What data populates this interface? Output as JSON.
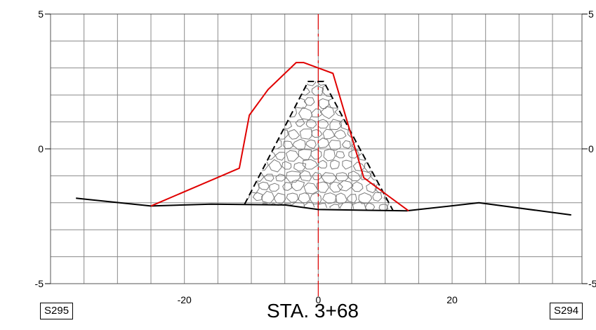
{
  "chart_data": {
    "type": "line",
    "title": "STA. 3+68",
    "xlim": [
      -40,
      39.4
    ],
    "ylim": [
      -5,
      5
    ],
    "x_ticks": [
      -20,
      0,
      20
    ],
    "y_ticks_left": [
      5,
      0,
      -5
    ],
    "y_ticks_right": [
      "5",
      "0",
      "-5"
    ],
    "x_grid_step": 5,
    "y_grid_step": 1,
    "grid": true,
    "centerline_x": 0,
    "section_labels": {
      "left": "S295",
      "right": "S294"
    },
    "series": [
      {
        "role": "ground",
        "color": "#000000",
        "dash": "solid",
        "x": [
          -36.2,
          -25,
          -16,
          -5,
          0,
          13.2,
          24,
          37.8
        ],
        "y": [
          -1.83,
          -2.12,
          -2.05,
          -2.08,
          -2.25,
          -2.3,
          -2.0,
          -2.45
        ]
      },
      {
        "role": "prism",
        "color": "#000000",
        "dash": "dashed",
        "fill_pattern": "stones",
        "x": [
          -11,
          -1.5,
          0.8,
          11.2
        ],
        "y": [
          -2.05,
          2.5,
          2.5,
          -2.3
        ]
      },
      {
        "role": "profile",
        "color": "#e00000",
        "dash": "solid",
        "x": [
          -25,
          -11.8,
          -10.3,
          -7.5,
          -3.3,
          -2.2,
          0,
          2.2,
          6.8,
          10.6,
          13.5
        ],
        "y": [
          -2.12,
          -0.72,
          1.25,
          2.2,
          3.2,
          3.2,
          3.0,
          2.8,
          -1.07,
          -1.77,
          -2.3
        ]
      }
    ]
  }
}
